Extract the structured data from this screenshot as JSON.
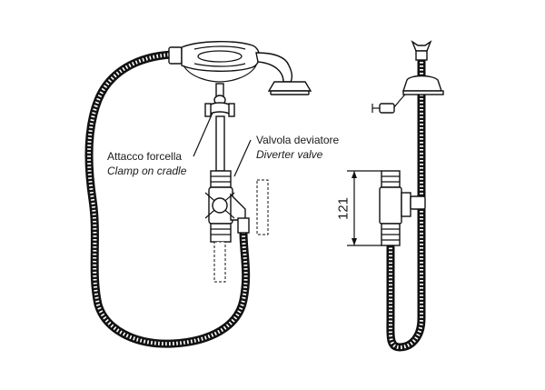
{
  "labels": {
    "clamp_it": "Attacco forcella",
    "clamp_en": "Clamp on cradle",
    "valve_it": "Valvola deviatore",
    "valve_en": "Diverter valve"
  },
  "dimension": {
    "value": "121"
  }
}
